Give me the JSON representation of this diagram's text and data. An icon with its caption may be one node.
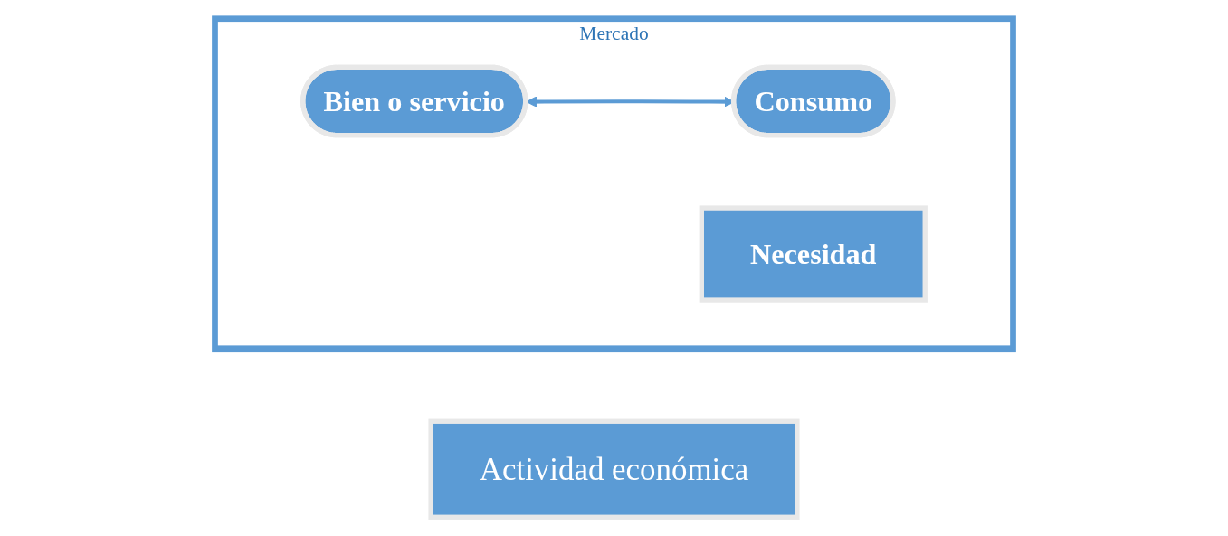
{
  "diagram": {
    "nodes": [
      {
        "text": [
          "Actividad económica"
        ]
      },
      {
        "text": [
          "Mercado"
        ]
      },
      {
        "text": [
          "Bien o servicio"
        ],
        "in": 1
      },
      {
        "text": [
          "Consumo"
        ],
        "in": 1
      },
      {
        "text": [
          "Necesidad"
        ],
        "in": 1
      }
    ],
    "edges": [
      {
        "from": 2,
        "to": 3,
        "arrow": "both"
      }
    ]
  }
}
